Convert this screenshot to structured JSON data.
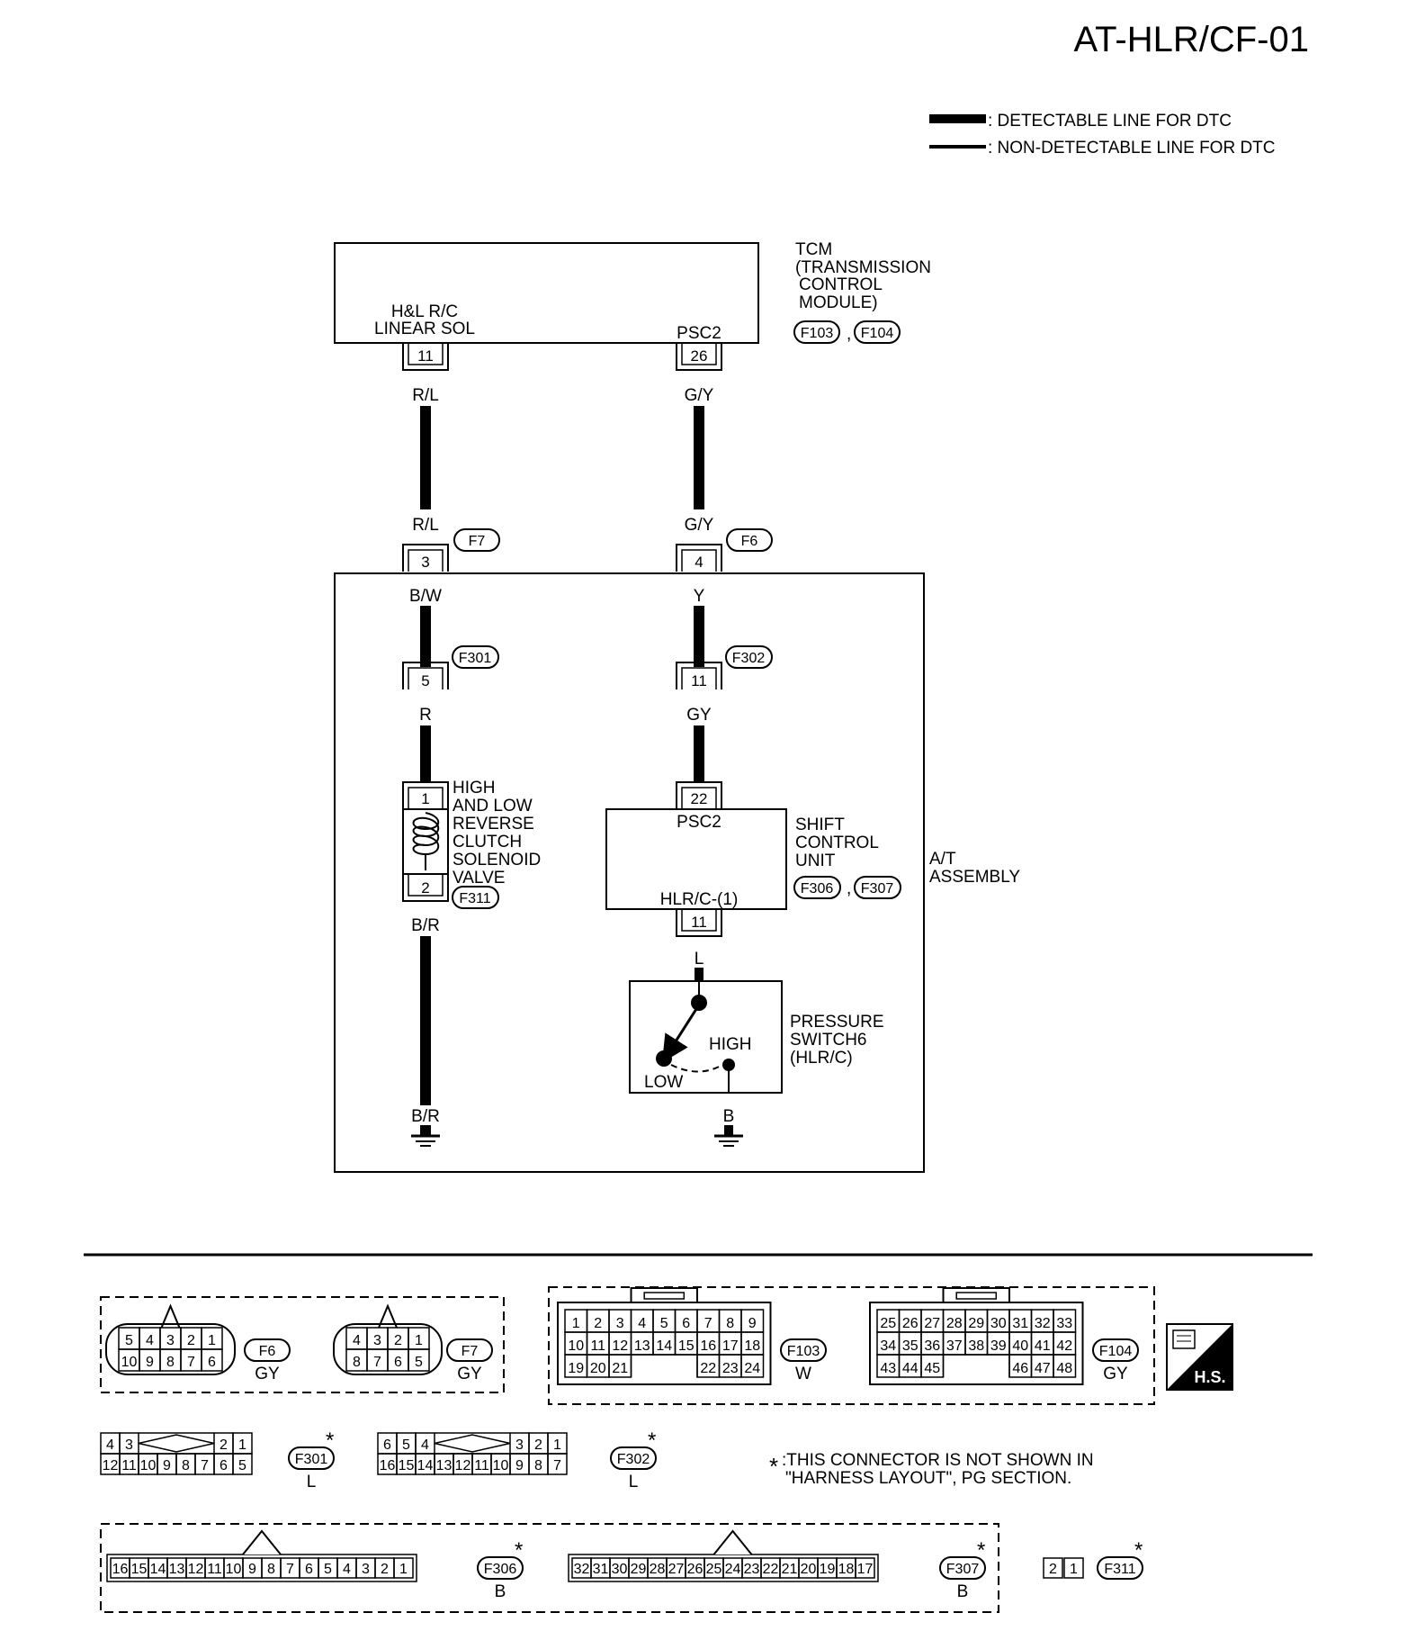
{
  "page_id": "AT-HLR/CF-01",
  "legend": {
    "detectable": ": DETECTABLE LINE FOR DTC",
    "non_detectable": ": NON-DETECTABLE LINE FOR DTC"
  },
  "tcm": {
    "title_lines": [
      "TCM",
      "(TRANSMISSION",
      "CONTROL",
      "MODULE)"
    ],
    "connectors": [
      "F103",
      "F104"
    ],
    "sep": ",",
    "term_left_lines": [
      "H&L R/C",
      "LINEAR SOL"
    ],
    "term_right": "PSC2",
    "pin_left": "11",
    "pin_right": "26"
  },
  "wires": {
    "rl_top": "R/L",
    "gy_top": "G/Y",
    "rl_bottom": "R/L",
    "gy_bottom": "G/Y",
    "bw": "B/W",
    "y": "Y",
    "r": "R",
    "gy": "GY",
    "br_top": "B/R",
    "br_bottom": "B/R",
    "l": "L",
    "b": "B"
  },
  "connectors": {
    "f7": {
      "id": "F7",
      "pin": "3"
    },
    "f6": {
      "id": "F6",
      "pin": "4"
    },
    "f301": {
      "id": "F301",
      "pin": "5"
    },
    "f302": {
      "id": "F302",
      "pin": "11"
    },
    "f311": {
      "id": "F311"
    }
  },
  "solenoid": {
    "label_lines": [
      "HIGH",
      "AND LOW",
      "REVERSE",
      "CLUTCH",
      "SOLENOID",
      "VALVE"
    ],
    "pin_top": "1",
    "pin_bottom": "2"
  },
  "shift_unit": {
    "label_lines": [
      "SHIFT",
      "CONTROL",
      "UNIT"
    ],
    "connectors": [
      "F306",
      "F307"
    ],
    "sep": ",",
    "term_top": "PSC2",
    "term_bottom": "HLR/C-(1)",
    "pin_top": "22",
    "pin_bottom": "11"
  },
  "pressure_switch": {
    "label_lines": [
      "PRESSURE",
      "SWITCH6",
      "(HLR/C)"
    ],
    "high": "HIGH",
    "low": "LOW"
  },
  "at_assembly": {
    "label_lines": [
      "A/T",
      "ASSEMBLY"
    ]
  },
  "connector_views": {
    "f6": {
      "id": "F6",
      "color": "GY",
      "top": [
        "5",
        "4",
        "3",
        "2",
        "1"
      ],
      "bottom": [
        "10",
        "9",
        "8",
        "7",
        "6"
      ]
    },
    "f7": {
      "id": "F7",
      "color": "GY",
      "top": [
        "4",
        "3",
        "2",
        "1"
      ],
      "bottom": [
        "8",
        "7",
        "6",
        "5"
      ]
    },
    "f103": {
      "id": "F103",
      "color": "W",
      "rows": [
        [
          "1",
          "2",
          "3",
          "4",
          "5",
          "6",
          "7",
          "8",
          "9"
        ],
        [
          "10",
          "11",
          "12",
          "13",
          "14",
          "15",
          "16",
          "17",
          "18"
        ],
        [
          "19",
          "20",
          "21",
          "",
          "",
          "",
          "22",
          "23",
          "24"
        ]
      ]
    },
    "f104": {
      "id": "F104",
      "color": "GY",
      "rows": [
        [
          "25",
          "26",
          "27",
          "28",
          "29",
          "30",
          "31",
          "32",
          "33"
        ],
        [
          "34",
          "35",
          "36",
          "37",
          "38",
          "39",
          "40",
          "41",
          "42"
        ],
        [
          "43",
          "44",
          "45",
          "",
          "",
          "",
          "46",
          "47",
          "48"
        ]
      ]
    },
    "f301": {
      "id": "F301",
      "color": "L",
      "top_left": [
        "4",
        "3"
      ],
      "top_right": [
        "2",
        "1"
      ],
      "bottom": [
        "12",
        "11",
        "10",
        "9",
        "8",
        "7",
        "6",
        "5"
      ]
    },
    "f302": {
      "id": "F302",
      "color": "L",
      "top_left": [
        "6",
        "5",
        "4"
      ],
      "top_right": [
        "3",
        "2",
        "1"
      ],
      "bottom": [
        "16",
        "15",
        "14",
        "13",
        "12",
        "11",
        "10",
        "9",
        "8",
        "7"
      ]
    },
    "f306": {
      "id": "F306",
      "color": "B",
      "pins": [
        "16",
        "15",
        "14",
        "13",
        "12",
        "11",
        "10",
        "9",
        "8",
        "7",
        "6",
        "5",
        "4",
        "3",
        "2",
        "1"
      ]
    },
    "f307": {
      "id": "F307",
      "color": "B",
      "pins": [
        "32",
        "31",
        "30",
        "29",
        "28",
        "27",
        "26",
        "25",
        "24",
        "23",
        "22",
        "21",
        "20",
        "19",
        "18",
        "17"
      ]
    },
    "f311": {
      "id": "F311",
      "pins": [
        "2",
        "1"
      ]
    }
  },
  "footnote": {
    "star": "*",
    "lines": [
      ":THIS CONNECTOR IS NOT SHOWN IN",
      "\"HARNESS LAYOUT\", PG SECTION."
    ]
  },
  "hs_badge": "H.S."
}
